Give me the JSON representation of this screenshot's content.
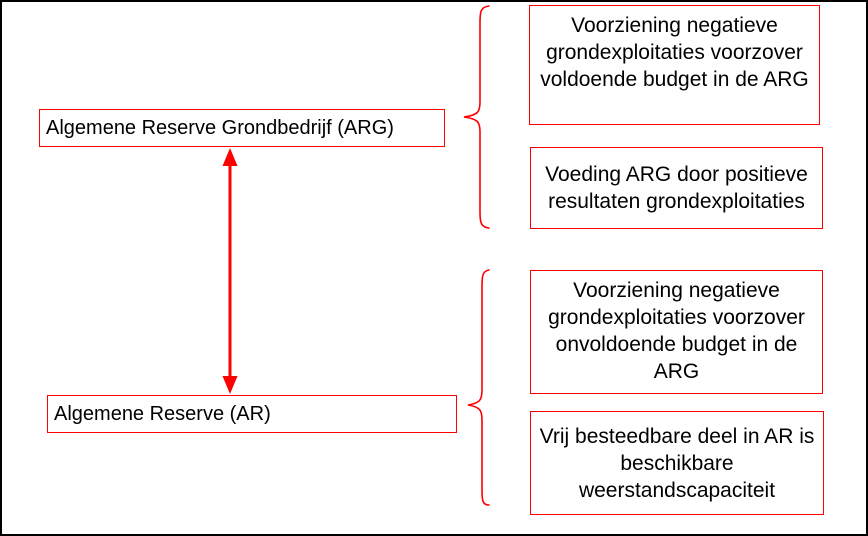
{
  "main_boxes": {
    "arg": "Algemene Reserve Grondbedrijf (ARG)",
    "ar": "Algemene Reserve (AR)"
  },
  "arg_notes": [
    {
      "lines": [
        "Voorziening negatieve",
        "grondexploitaties voorzover",
        "voldoende budget in de ARG"
      ]
    },
    {
      "lines": [
        "Voeding ARG door positieve",
        "resultaten grondexploitaties"
      ]
    }
  ],
  "ar_notes": [
    {
      "lines": [
        "Voorziening negatieve",
        "grondexploitaties voorzover",
        "onvoldoende budget in de",
        "ARG"
      ]
    },
    {
      "lines": [
        "Vrij besteedbare deel in AR is",
        "beschikbare",
        "weerstandscapaciteit"
      ]
    }
  ],
  "connectors": {
    "arrow": "double-headed vertical arrow between ARG and AR",
    "brace_arg": "curly brace grouping ARG explanations",
    "brace_ar": "curly brace grouping AR explanations"
  },
  "colors": {
    "accent": "#ff0000",
    "frame": "#000000",
    "text": "#000000",
    "background": "#ffffff"
  }
}
